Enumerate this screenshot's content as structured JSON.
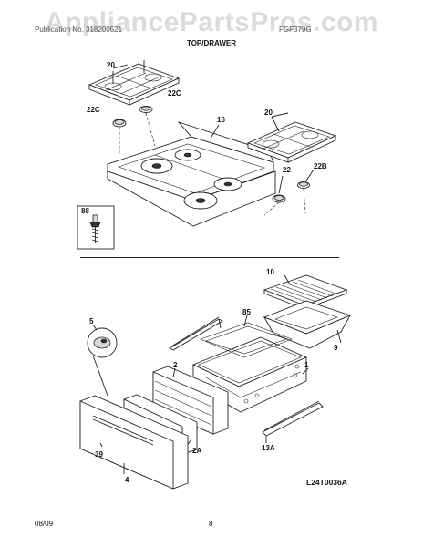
{
  "watermark": "AppliancePartsPros.com",
  "header": {
    "left": "Publication No. 318200521",
    "right": "FGF379G"
  },
  "section_title": "TOP/DRAWER",
  "diagram_code": "L24T0036A",
  "footer": {
    "date": "08/09",
    "page": "8"
  },
  "callouts": {
    "c20a": "20",
    "c22c_top": "22C",
    "c22c_left": "22C",
    "c16": "16",
    "c20b": "20",
    "c22": "22",
    "c22b": "22B",
    "c88": "88",
    "c10": "10",
    "c85": "85",
    "c9": "9",
    "c5": "5",
    "c1": "1",
    "c2": "2",
    "c39": "39",
    "c2a": "2A",
    "c4": "4",
    "c13a": "13A"
  }
}
